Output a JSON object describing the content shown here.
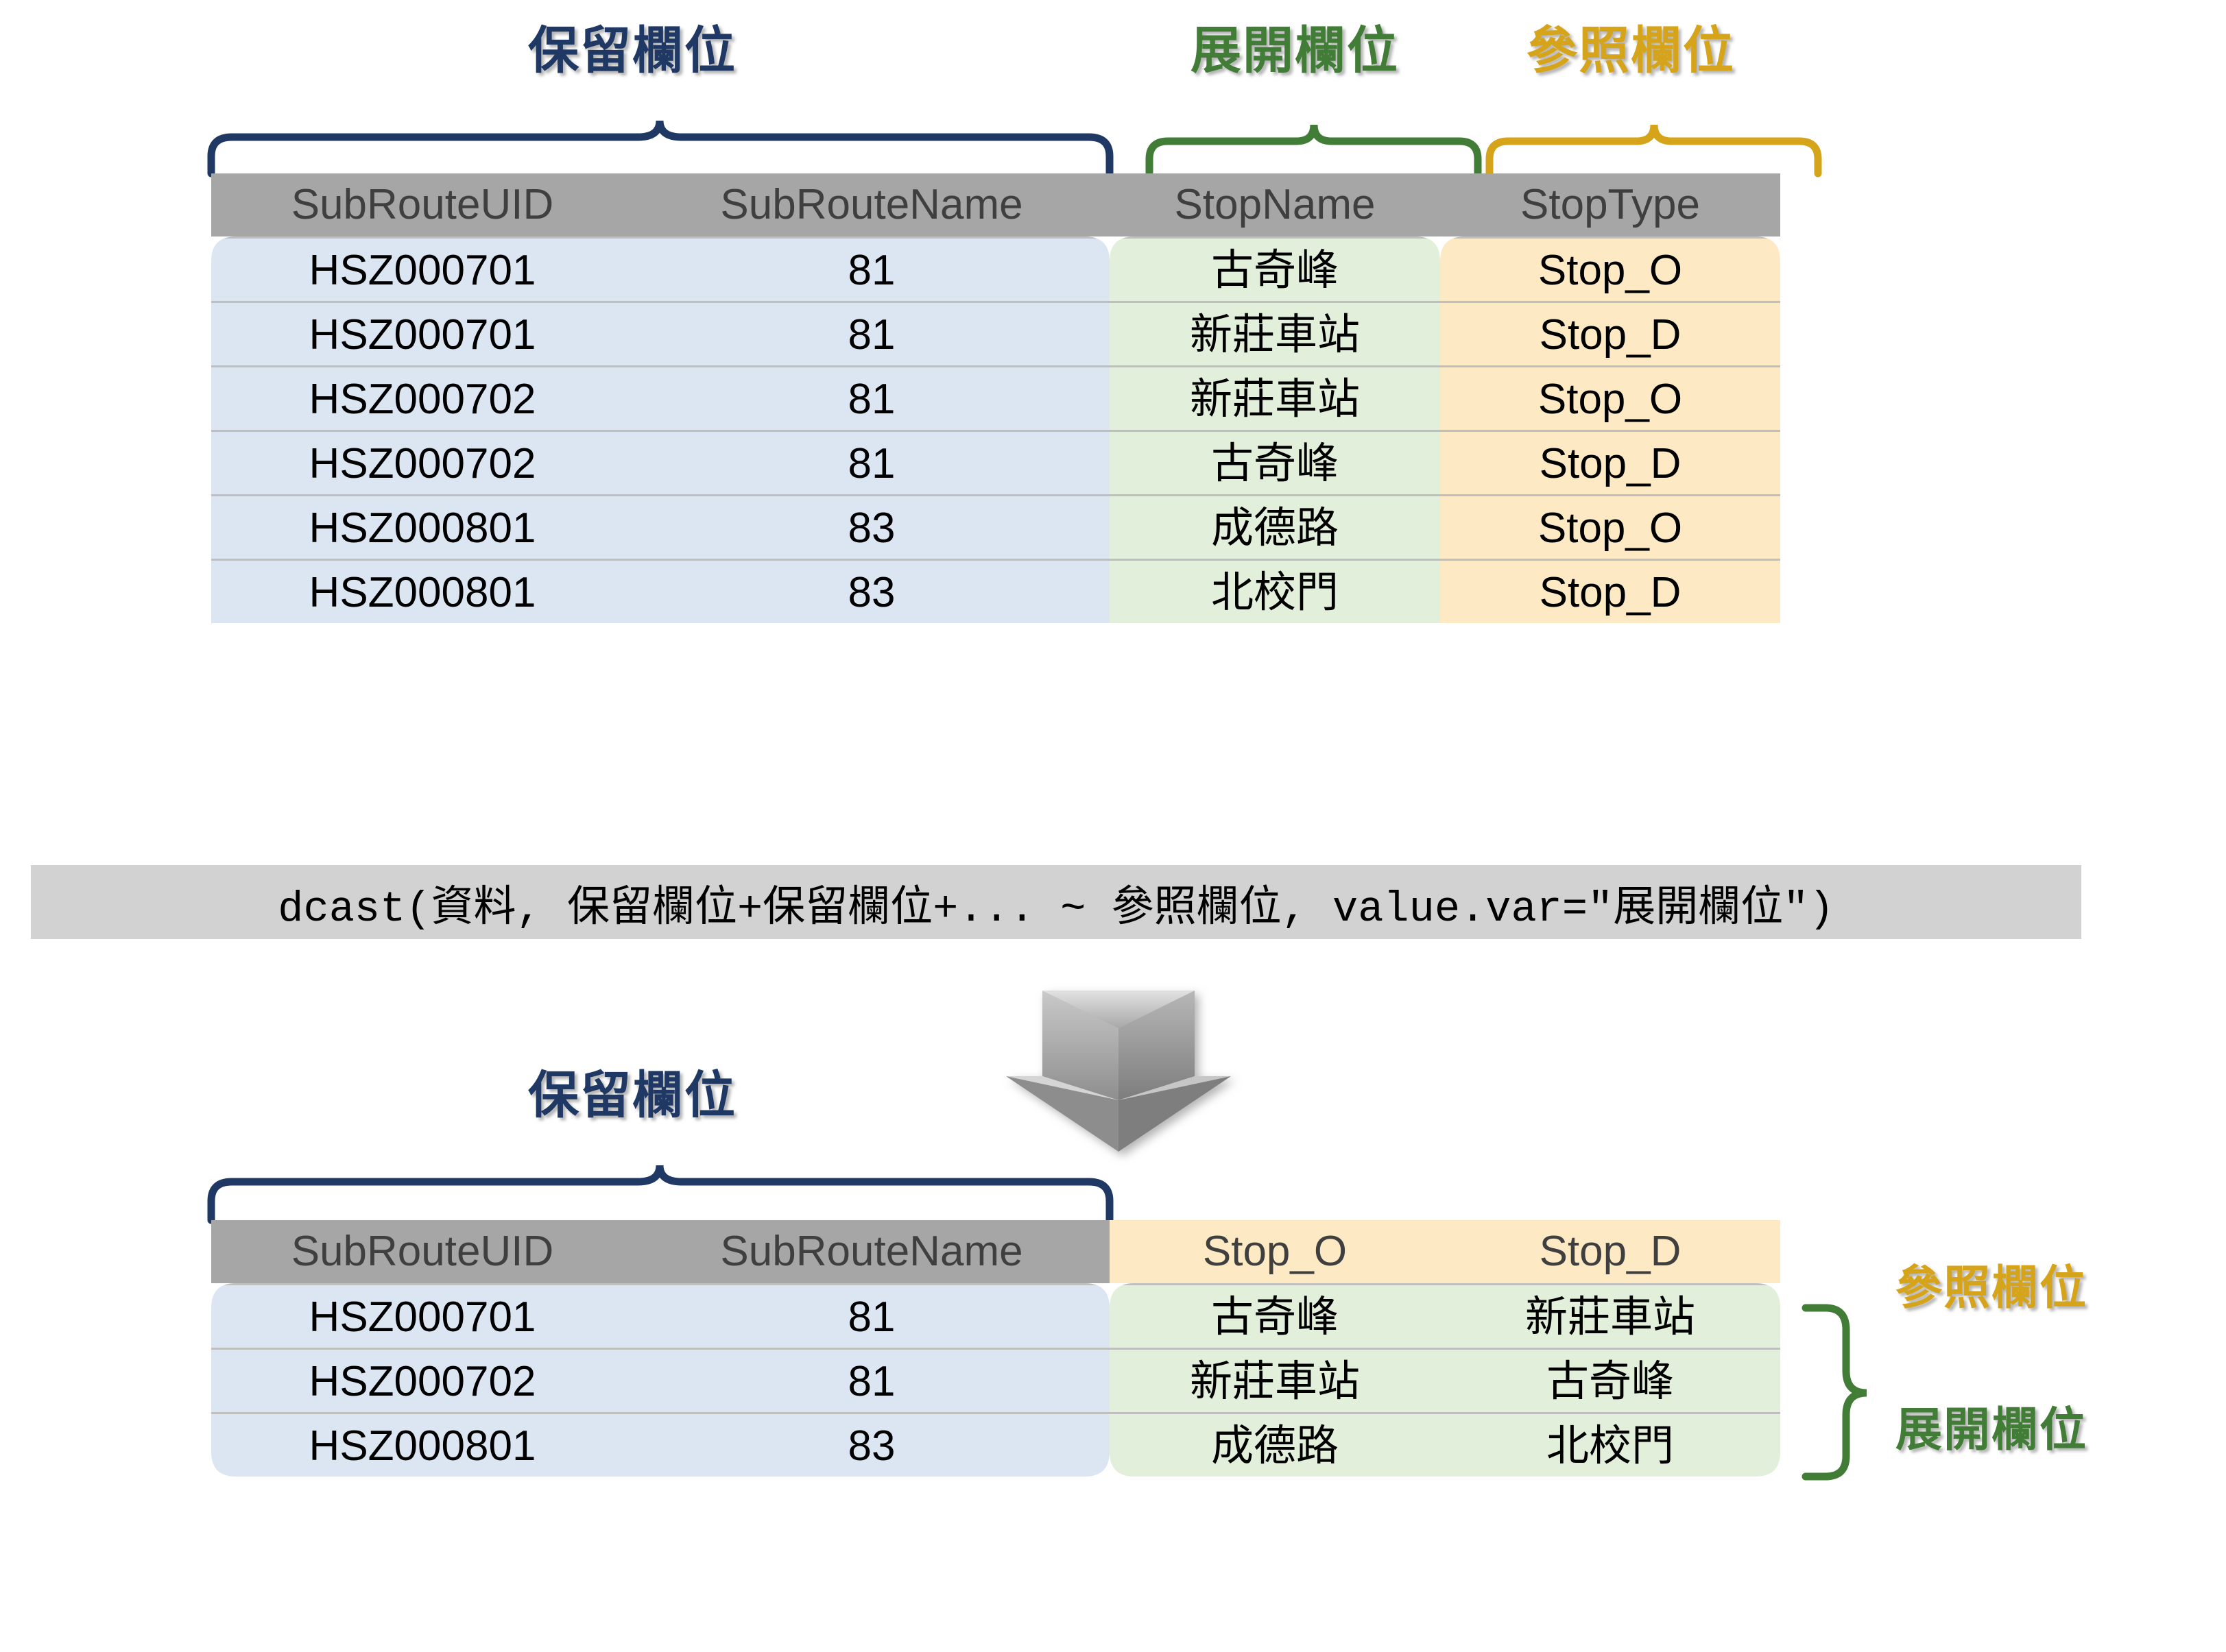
{
  "annotations": {
    "top_keep": "保留欄位",
    "top_expand": "展開欄位",
    "top_reference": "參照欄位",
    "bottom_keep": "保留欄位",
    "right_reference": "參照欄位",
    "right_expand": "展開欄位"
  },
  "colors": {
    "navy": "#1f3864",
    "green": "#417d36",
    "gold": "#d6a41a",
    "header_gray": "#a6a6a6",
    "header_text": "#3f3f3f",
    "blue_fill": "#dce6f2",
    "green_fill": "#e2efda",
    "amber_fill": "#fdeac4",
    "formula_bar": "#d2d2d2",
    "row_divider": "#bfbfbf",
    "arrow_gray": "#808080"
  },
  "top_table": {
    "columns": [
      "SubRouteUID",
      "SubRouteName",
      "StopName",
      "StopType"
    ],
    "rows": [
      [
        "HSZ000701",
        "81",
        "古奇峰",
        "Stop_O"
      ],
      [
        "HSZ000701",
        "81",
        "新莊車站",
        "Stop_D"
      ],
      [
        "HSZ000702",
        "81",
        "新莊車站",
        "Stop_O"
      ],
      [
        "HSZ000702",
        "81",
        "古奇峰",
        "Stop_D"
      ],
      [
        "HSZ000801",
        "83",
        "成德路",
        "Stop_O"
      ],
      [
        "HSZ000801",
        "83",
        "北校門",
        "Stop_D"
      ]
    ]
  },
  "formula": {
    "text": "dcast(資料, 保留欄位+保留欄位+... ~ 參照欄位, value.var=\"展開欄位\")"
  },
  "arrow": {
    "direction": "down"
  },
  "bottom_table": {
    "columns": [
      "SubRouteUID",
      "SubRouteName",
      "Stop_O",
      "Stop_D"
    ],
    "rows": [
      [
        "HSZ000701",
        "81",
        "古奇峰",
        "新莊車站"
      ],
      [
        "HSZ000702",
        "81",
        "新莊車站",
        "古奇峰"
      ],
      [
        "HSZ000801",
        "83",
        "成德路",
        "北校門"
      ]
    ]
  }
}
